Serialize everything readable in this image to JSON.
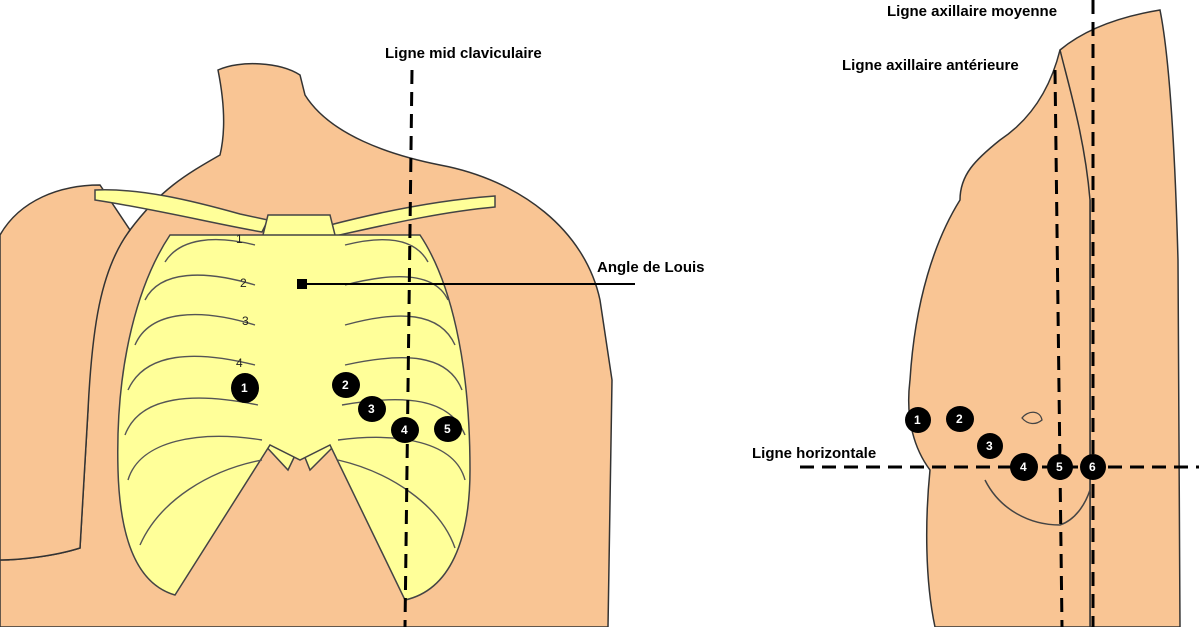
{
  "labels": {
    "mid_clavicular": "Ligne mid claviculaire",
    "angle_louis": "Angle de Louis",
    "axillary_middle": "Ligne axillaire moyenne",
    "axillary_anterior": "Ligne axillaire antérieure",
    "horizontal": "Ligne horizontale"
  },
  "rib_numbers": [
    "1",
    "2",
    "3",
    "4"
  ],
  "front_electrodes": [
    "1",
    "2",
    "3",
    "4",
    "5"
  ],
  "side_electrodes": [
    "1",
    "2",
    "3",
    "4",
    "5",
    "6"
  ],
  "colors": {
    "skin": "#f9c594",
    "bone": "#ffff99",
    "electrode": "#000000"
  }
}
